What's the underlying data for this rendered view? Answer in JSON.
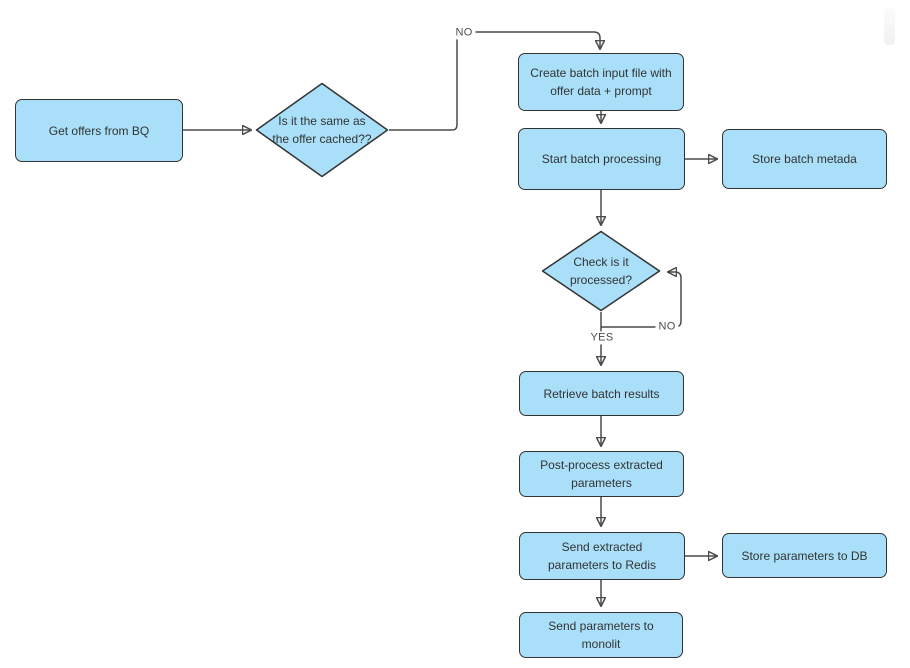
{
  "flowchart": {
    "colors": {
      "node_fill": "#a9dff9",
      "node_border": "#333333",
      "connector": "#4a4a4a",
      "edge_label_text": "#4c4c4c"
    },
    "nodes": [
      {
        "id": "get-offers",
        "shape": "process",
        "label": "Get offers from BQ"
      },
      {
        "id": "is-same-as-cached",
        "shape": "decision",
        "label": "Is it the same as the offer cached??"
      },
      {
        "id": "create-batch-input",
        "shape": "process",
        "label": "Create batch input file with offer data + prompt"
      },
      {
        "id": "start-batch-processing",
        "shape": "process",
        "label": "Start batch processing"
      },
      {
        "id": "store-batch-metadata",
        "shape": "process",
        "label": "Store batch metada"
      },
      {
        "id": "check-is-processed",
        "shape": "decision",
        "label": "Check is it processed?"
      },
      {
        "id": "retrieve-batch-results",
        "shape": "process",
        "label": "Retrieve batch results"
      },
      {
        "id": "post-process-parameters",
        "shape": "process",
        "label": "Post-process extracted parameters"
      },
      {
        "id": "send-parameters-redis",
        "shape": "process",
        "label": "Send extracted parameters to Redis"
      },
      {
        "id": "store-parameters-db",
        "shape": "process",
        "label": "Store parameters to DB"
      },
      {
        "id": "send-parameters-monolith",
        "shape": "process",
        "label": "Send parameters to monolit"
      }
    ],
    "edge_labels": [
      {
        "id": "decision-no",
        "text": "NO"
      },
      {
        "id": "loop-no",
        "text": "NO"
      },
      {
        "id": "loop-yes",
        "text": "YES"
      }
    ]
  }
}
